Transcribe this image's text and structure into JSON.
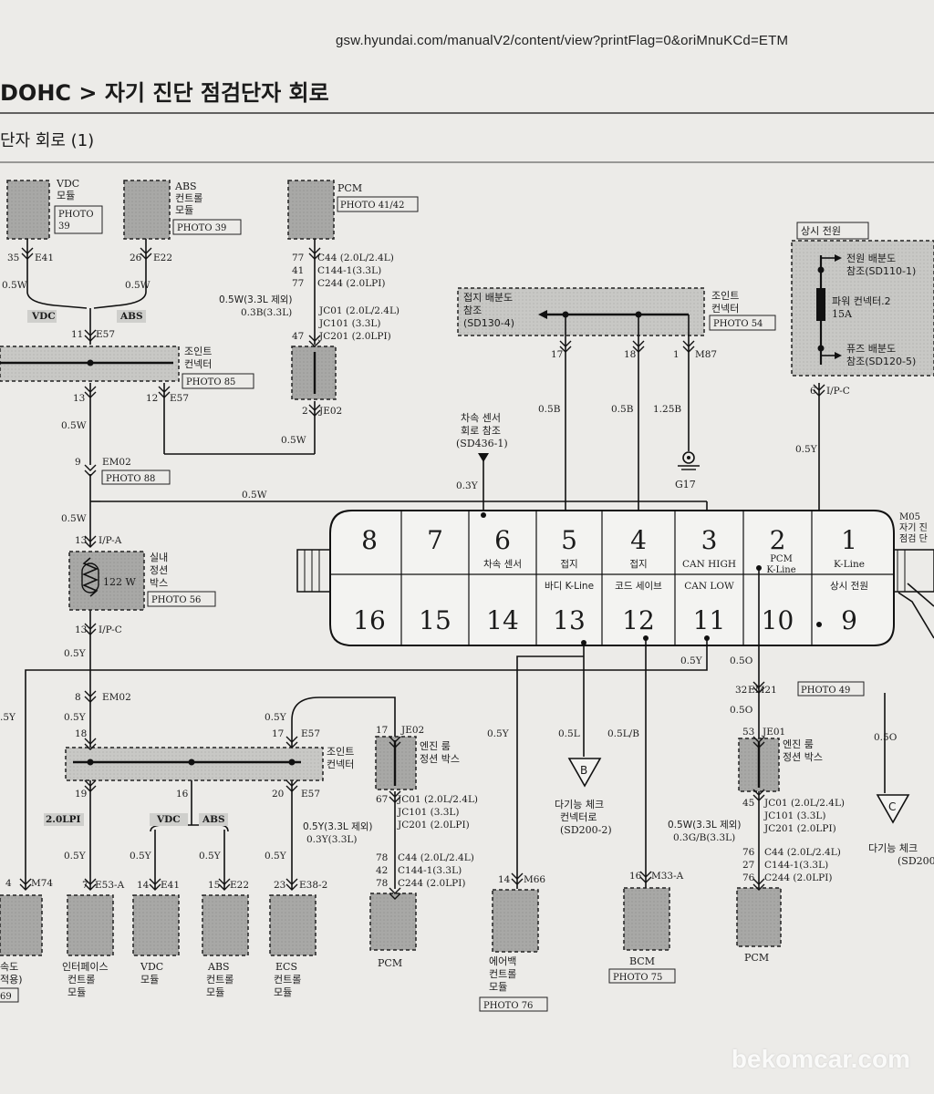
{
  "header": {
    "url": "gsw.hyundai.com/manualV2/content/view?printFlag=0&oriMnuKCd=ETM",
    "title": "DOHC > 자기 진단 점검단자 회로",
    "subtitle": "단자 회로 (1)",
    "watermark": "bekomcar.com"
  },
  "colors": {
    "module_fill": "#a4a4a4",
    "joint_fill": "#c6c6c4",
    "line": "#111111"
  },
  "components": {
    "vdc_module": {
      "name": "VDC",
      "sub": "모듈",
      "photo_1": "PHOTO",
      "photo_2": "39"
    },
    "abs_module": {
      "name": "ABS",
      "sub1": "컨트롤",
      "sub2": "모듈",
      "photo": "PHOTO 39"
    },
    "pcm_top": {
      "name": "PCM",
      "photo": "PHOTO 41/42"
    },
    "joint_e57": {
      "l1": "조인트",
      "l2": "컨넥터",
      "photo": "PHOTO 85"
    },
    "joint_mid": {
      "l1": "조인트",
      "l2": "컨넥터",
      "photo": "PHOTO 54"
    },
    "joint_ref": {
      "l1": "접지 배분도",
      "l2": "참조",
      "l3": "(SD130-4)"
    },
    "speed_ref": {
      "l1": "차속 센서",
      "l2": "회로 참조",
      "l3": "(SD436-1)"
    },
    "power": {
      "label": "상시 전원",
      "l1": "전원 배분도",
      "l2": "참조(SD110-1)",
      "l3": "파워 컨넥터.2",
      "l4": "15A",
      "l5": "퓨즈 배분도",
      "l6": "참조(SD120-5)"
    },
    "indoor_box": {
      "value": "122 W",
      "l1": "실내",
      "l2": "정션",
      "l3": "박스",
      "photo": "PHOTO 56"
    },
    "engine_box_1": {
      "l1": "엔진 룸",
      "l2": "정션 박스"
    },
    "engine_box_2": {
      "l1": "엔진 룸",
      "l2": "정션 박스"
    },
    "joint_bottom": {
      "l1": "조인트",
      "l2": "컨넥터"
    },
    "photo_88": "PHOTO 88",
    "photo_49": "PHOTO 49",
    "photo_76": "PHOTO 76",
    "photo_75": "PHOTO 75",
    "m05": {
      "l1": "M05",
      "l2": "자기 진",
      "l3": "점검 단"
    },
    "ref_b": {
      "letter": "B",
      "l1": "다기능 체크",
      "l2": "컨넥터로",
      "l3": "(SD200-2)"
    },
    "ref_c": {
      "letter": "C",
      "l1": "다기능 체크",
      "l2": "(SD200"
    },
    "ground": "G17"
  },
  "bottom_modules": {
    "m74_l1": "속도",
    "m74_l2": "적용)",
    "m74_photo": "69",
    "interface_l1": "인터페이스",
    "interface_l2": "컨트롤",
    "interface_l3": "모듈",
    "vdc_l1": "VDC",
    "vdc_l2": "모듈",
    "abs_l1": "ABS",
    "abs_l2": "컨트롤",
    "abs_l3": "모듈",
    "ecs_l1": "ECS",
    "ecs_l2": "컨트롤",
    "ecs_l3": "모듈",
    "pcm1": "PCM",
    "airbag_l1": "에어백",
    "airbag_l2": "컨트롤",
    "airbag_l3": "모듈",
    "bcm": "BCM",
    "pcm2": "PCM"
  },
  "dlc": {
    "top_pins": [
      {
        "num": "8",
        "label": ""
      },
      {
        "num": "7",
        "label": ""
      },
      {
        "num": "6",
        "label": "차속 센서"
      },
      {
        "num": "5",
        "label": "접지"
      },
      {
        "num": "4",
        "label": "접지"
      },
      {
        "num": "3",
        "label": "CAN HIGH"
      },
      {
        "num": "2",
        "label": "PCM K-Line"
      },
      {
        "num": "1",
        "label": "K-Line"
      }
    ],
    "bottom_pins": [
      {
        "num": "16",
        "label": ""
      },
      {
        "num": "15",
        "label": ""
      },
      {
        "num": "14",
        "label": ""
      },
      {
        "num": "13",
        "label": "바디 K-Line"
      },
      {
        "num": "12",
        "label": "코드 세이브"
      },
      {
        "num": "11",
        "label": "CAN LOW"
      },
      {
        "num": "10",
        "label": ""
      },
      {
        "num": "9",
        "label": "상시 전원"
      }
    ]
  },
  "labels": {
    "t1": "35",
    "t2": "E41",
    "t3": "26",
    "t4": "E22",
    "t5": "0.5W",
    "t6": "0.5W",
    "t7": "VDC",
    "t8": "ABS",
    "t9": "11",
    "t10": "E57",
    "t11": "13",
    "t12": "12",
    "t13": "E57",
    "t14": "0.5W",
    "t15": "9",
    "t16": "EM02",
    "t17": "0.5W",
    "t18": "0.5W",
    "t19": "13",
    "t20": "I/P-A",
    "t21": "13",
    "t22": "I/P-C",
    "t23": "0.5Y",
    "t24": "8",
    "t25": "EM02",
    "t26": "0.5Y",
    "t27": ".5Y",
    "t28": "18",
    "t29": "19",
    "t30": "16",
    "t31": "0.5Y",
    "t32": "17",
    "t33": "E57",
    "t34": "20",
    "t35": "E57",
    "t36": "17",
    "t37": "JE02",
    "t38": "67",
    "t39": "JC01 (2.0L/2.4L)",
    "t40": "JC101 (3.3L)",
    "t41": "JC201 (2.0LPI)",
    "t42": "0.5Y(3.3L 제외)",
    "t43": "0.3Y(3.3L)",
    "t44": "78",
    "t45": "C44 (2.0L/2.4L)",
    "t46": "42",
    "t47": "C144-1(3.3L)",
    "t48": "78",
    "t49": "C244 (2.0LPI)",
    "t50": "2.0LPI",
    "t51": "0.5Y",
    "t52": "VDC",
    "t53": "ABS",
    "t54": "0.5Y",
    "t55": "0.5Y",
    "t56": "0.5Y",
    "t57": "4",
    "t58": "M74",
    "t59": "7",
    "t60": "E53-A",
    "t61": "14",
    "t62": "E41",
    "t63": "15",
    "t64": "E22",
    "t65": "23",
    "t66": "E38-2",
    "t67": "77",
    "t68": "C44 (2.0L/2.4L)",
    "t69": "41",
    "t70": "C144-1(3.3L)",
    "t71": "77",
    "t72": "C244 (2.0LPI)",
    "t73": "0.5W(3.3L 제외)",
    "t74": "0.3B(3.3L)",
    "t75": "JC01 (2.0L/2.4L)",
    "t76": "JC101 (3.3L)",
    "t77": "47",
    "t78": "JC201 (2.0LPI)",
    "t79": "2",
    "t80": "JE02",
    "t81": "0.5W",
    "t82": "17",
    "t83": "18",
    "t84": "1",
    "t85": "M87",
    "t86": "0.5B",
    "t87": "0.5B",
    "t88": "1.25B",
    "t89": "0.3Y",
    "t90": "0.5Y",
    "t91": "6",
    "t92": "I/P-C",
    "t93": "0.5Y",
    "t94": "0.5Y",
    "t95": "14",
    "t96": "M66",
    "t97": "0.5L",
    "t98": "0.5L/B",
    "t99": "16",
    "t100": "M33-A",
    "t101": "0.5O",
    "t102": "32",
    "t103": "EM21",
    "t104": "0.5O",
    "t105": "53",
    "t106": "JE01",
    "t107": "45",
    "t108": "JC01 (2.0L/2.4L)",
    "t109": "JC101 (3.3L)",
    "t110": "JC201 (2.0LPI)",
    "t111": "0.5W(3.3L 제외)",
    "t112": "0.3G/B(3.3L)",
    "t113": "76",
    "t114": "C44 (2.0L/2.4L)",
    "t115": "27",
    "t116": "C144-1(3.3L)",
    "t117": "76",
    "t118": "C244 (2.0LPI)",
    "t119": "0.5O",
    "t120": "0.5W"
  }
}
